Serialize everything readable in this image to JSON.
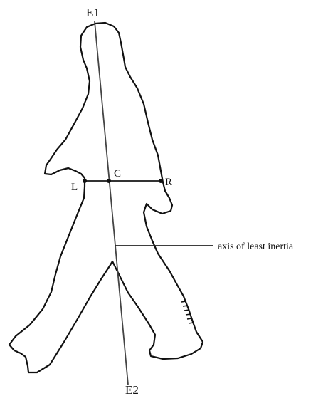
{
  "diagram": {
    "labels": {
      "e1": "E1",
      "e2": "E2",
      "c": "C",
      "l": "L",
      "r": "R",
      "axis_note": "axis of least inertia"
    },
    "colors": {
      "outline": "#111111",
      "axis": "#444444",
      "background": "#ffffff"
    }
  }
}
